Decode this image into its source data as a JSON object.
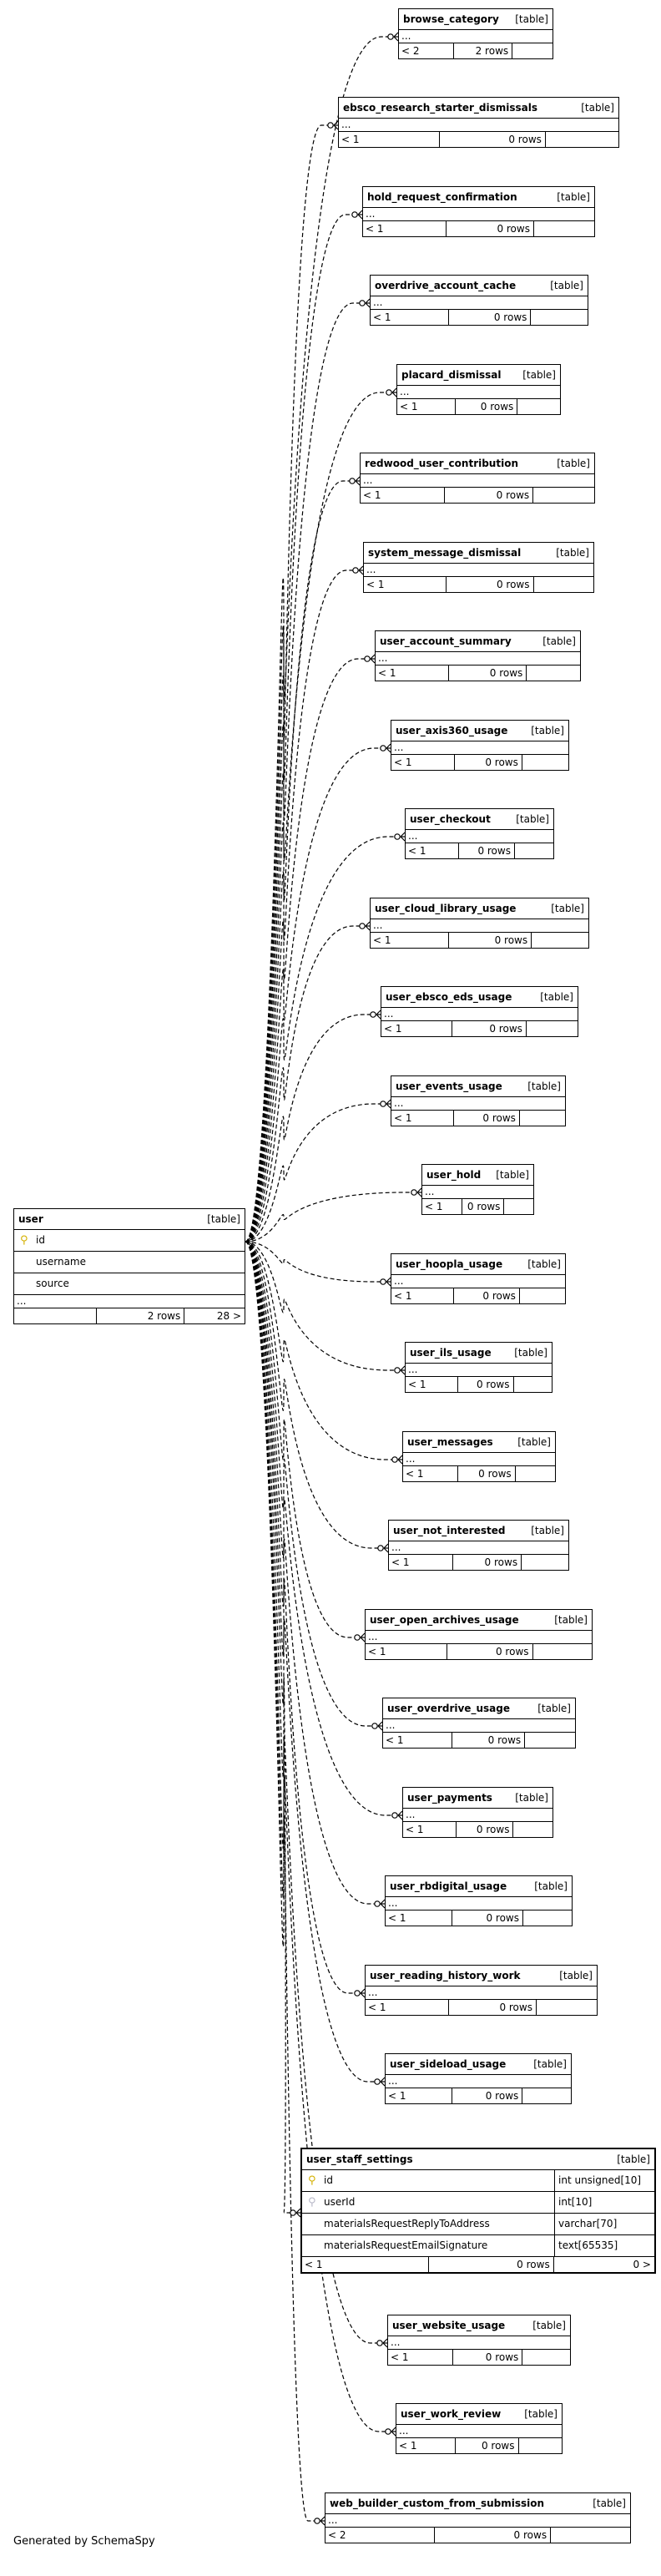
{
  "diagram": {
    "type_label": "[table]",
    "user": {
      "name": "user",
      "columns": [
        {
          "name": "id",
          "key": "pk"
        },
        {
          "name": "username",
          "key": ""
        },
        {
          "name": "source",
          "key": ""
        }
      ],
      "ellipsis": "...",
      "footer": [
        "",
        "2 rows",
        "28 >"
      ]
    },
    "user_staff_settings": {
      "name": "user_staff_settings",
      "columns": [
        {
          "name": "id",
          "type": "int unsigned[10]",
          "key": "pk"
        },
        {
          "name": "userId",
          "type": "int[10]",
          "key": "fk"
        },
        {
          "name": "materialsRequestReplyToAddress",
          "type": "varchar[70]",
          "key": ""
        },
        {
          "name": "materialsRequestEmailSignature",
          "type": "text[65535]",
          "key": ""
        }
      ],
      "footer": [
        "< 1",
        "0 rows",
        "0 >"
      ]
    },
    "tables": [
      {
        "name": "browse_category",
        "parents": "< 2",
        "rows": "2 rows"
      },
      {
        "name": "ebsco_research_starter_dismissals",
        "parents": "< 1",
        "rows": "0 rows"
      },
      {
        "name": "hold_request_confirmation",
        "parents": "< 1",
        "rows": "0 rows"
      },
      {
        "name": "overdrive_account_cache",
        "parents": "< 1",
        "rows": "0 rows"
      },
      {
        "name": "placard_dismissal",
        "parents": "< 1",
        "rows": "0 rows"
      },
      {
        "name": "redwood_user_contribution",
        "parents": "< 1",
        "rows": "0 rows"
      },
      {
        "name": "system_message_dismissal",
        "parents": "< 1",
        "rows": "0 rows"
      },
      {
        "name": "user_account_summary",
        "parents": "< 1",
        "rows": "0 rows"
      },
      {
        "name": "user_axis360_usage",
        "parents": "< 1",
        "rows": "0 rows"
      },
      {
        "name": "user_checkout",
        "parents": "< 1",
        "rows": "0 rows"
      },
      {
        "name": "user_cloud_library_usage",
        "parents": "< 1",
        "rows": "0 rows"
      },
      {
        "name": "user_ebsco_eds_usage",
        "parents": "< 1",
        "rows": "0 rows"
      },
      {
        "name": "user_events_usage",
        "parents": "< 1",
        "rows": "0 rows"
      },
      {
        "name": "user_hold",
        "parents": "< 1",
        "rows": "0 rows"
      },
      {
        "name": "user_hoopla_usage",
        "parents": "< 1",
        "rows": "0 rows"
      },
      {
        "name": "user_ils_usage",
        "parents": "< 1",
        "rows": "0 rows"
      },
      {
        "name": "user_messages",
        "parents": "< 1",
        "rows": "0 rows"
      },
      {
        "name": "user_not_interested",
        "parents": "< 1",
        "rows": "0 rows"
      },
      {
        "name": "user_open_archives_usage",
        "parents": "< 1",
        "rows": "0 rows"
      },
      {
        "name": "user_overdrive_usage",
        "parents": "< 1",
        "rows": "0 rows"
      },
      {
        "name": "user_payments",
        "parents": "< 1",
        "rows": "0 rows"
      },
      {
        "name": "user_rbdigital_usage",
        "parents": "< 1",
        "rows": "0 rows"
      },
      {
        "name": "user_reading_history_work",
        "parents": "< 1",
        "rows": "0 rows"
      },
      {
        "name": "user_sideload_usage",
        "parents": "< 1",
        "rows": "0 rows"
      },
      {
        "name": "user_website_usage",
        "parents": "< 1",
        "rows": "0 rows"
      },
      {
        "name": "user_work_review",
        "parents": "< 1",
        "rows": "0 rows"
      },
      {
        "name": "web_builder_custom_from_submission",
        "parents": "< 2",
        "rows": "0 rows"
      }
    ]
  },
  "footer_text": "Generated by SchemaSpy",
  "colors": {
    "line": "#000000",
    "pk_key": "#d4b000",
    "fk_key": "#b8b8c8"
  }
}
